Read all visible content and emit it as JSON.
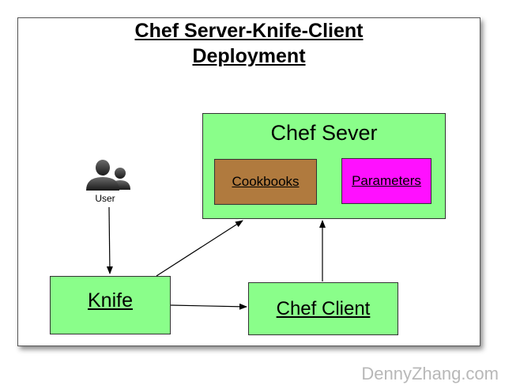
{
  "title": {
    "line1": "Chef Server-Knife-Client",
    "line2": "Deployment"
  },
  "nodes": {
    "chef_server": "Chef Sever",
    "cookbooks": "Cookbooks",
    "parameters": "Parameters",
    "knife": "Knife",
    "chef_client": "Chef Client",
    "user": "User"
  },
  "colors": {
    "node_fill": "#8afe8a",
    "cookbooks_fill": "#b07a3e",
    "parameters_fill": "#ff10ff"
  },
  "watermark": "DennyZhang.com"
}
